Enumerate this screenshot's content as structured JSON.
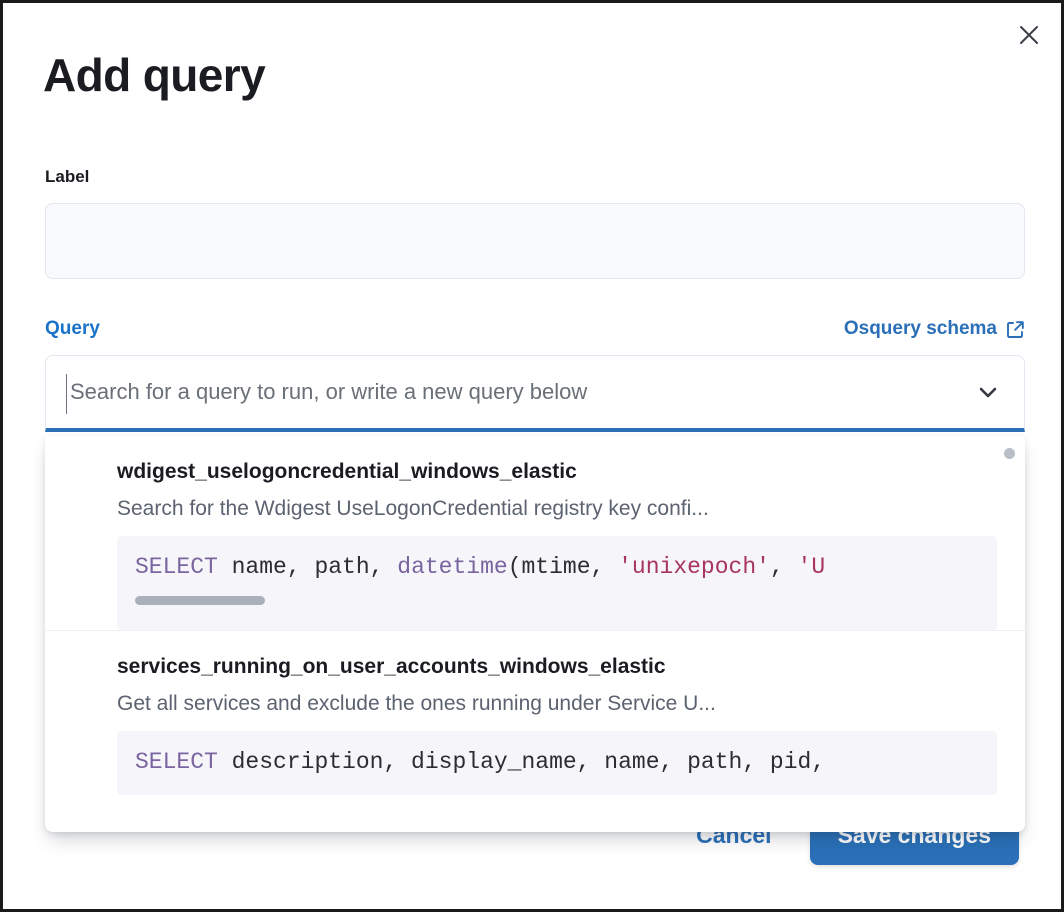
{
  "flyout": {
    "title": "Add query",
    "close_icon": "close-icon"
  },
  "label_field": {
    "label": "Label",
    "value": "",
    "placeholder": ""
  },
  "query_field": {
    "legend": "Query",
    "schema_link": {
      "label": "Osquery schema",
      "icon": "external-link-icon"
    },
    "combo": {
      "value": "",
      "placeholder": "Search for a query to run, or write a new query below",
      "toggle_icon": "chevron-down-icon"
    }
  },
  "dropdown": {
    "options": [
      {
        "title": "wdigest_uselogoncredential_windows_elastic",
        "description": "Search for the Wdigest UseLogonCredential registry key confi...",
        "code_tokens": [
          {
            "text": "SELECT",
            "type": "kw"
          },
          {
            "text": " name, path, ",
            "type": "plain"
          },
          {
            "text": "datetime",
            "type": "fn"
          },
          {
            "text": "(mtime, ",
            "type": "plain"
          },
          {
            "text": "'unixepoch'",
            "type": "str"
          },
          {
            "text": ", ",
            "type": "plain"
          },
          {
            "text": "'U",
            "type": "str"
          }
        ],
        "has_hscrollbar": true
      },
      {
        "title": "services_running_on_user_accounts_windows_elastic",
        "description": "Get all services and exclude the ones running under Service U...",
        "code_tokens": [
          {
            "text": "SELECT",
            "type": "kw"
          },
          {
            "text": " description, display_name, name, path, pid,",
            "type": "plain"
          }
        ],
        "has_hscrollbar": false
      }
    ]
  },
  "footer": {
    "cancel_label": "Cancel",
    "save_label": "Save changes"
  },
  "colors": {
    "accent_blue": "#2a6fb8",
    "save_button": "#2a70b8",
    "keyword_purple": "#7a65a0",
    "string_crimson": "#a8355b",
    "title_dark": "#1a1c21"
  }
}
